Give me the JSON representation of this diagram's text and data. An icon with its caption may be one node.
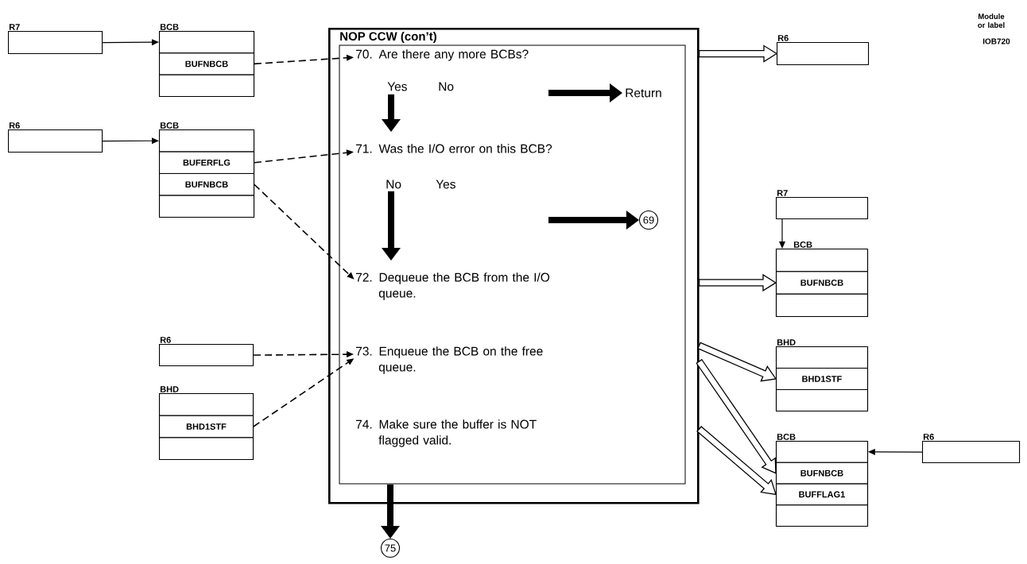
{
  "diagram": {
    "nodes": [
      {
        "text": [
          "R7"
        ]
      },
      {
        "text": [
          "BCB"
        ]
      },
      {
        "text": [],
        "shape": "box",
        "in": 1
      },
      {
        "text": [
          "BUFNBCB"
        ],
        "in": 1
      },
      {
        "text": [],
        "shape": "box",
        "in": 1
      },
      {
        "text": [
          "R6"
        ]
      },
      {
        "text": [
          "BCB"
        ]
      },
      {
        "text": [],
        "shape": "box",
        "in": 6
      },
      {
        "text": [
          "BUFERFLG"
        ],
        "in": 6
      },
      {
        "text": [
          "BUFNBCB"
        ],
        "in": 6
      },
      {
        "text": [],
        "shape": "box",
        "in": 6
      },
      {
        "text": [
          "R6"
        ]
      },
      {
        "text": [
          "BHD"
        ]
      },
      {
        "text": [],
        "shape": "box",
        "in": 12
      },
      {
        "text": [
          "BHD1STF"
        ],
        "in": 12
      },
      {
        "text": [],
        "shape": "box",
        "in": 12
      },
      {
        "text": [
          "NOP CCW (con’t)"
        ]
      },
      {
        "text": [
          "70. Are there any more BCBs?"
        ],
        "in": 16
      },
      {
        "text": [
          "Return"
        ],
        "in": 16
      },
      {
        "text": [
          "71. Was the I/O error on this BCB?"
        ],
        "in": 16
      },
      {
        "text": [
          "69"
        ],
        "in": 16
      },
      {
        "text": [
          "72. Dequeue the BCB from the I/O queue."
        ],
        "in": 16
      },
      {
        "text": [
          "73. Enqueue the BCB on the free queue."
        ],
        "in": 16
      },
      {
        "text": [
          "74. Make sure the buffer is NOT flagged valid."
        ],
        "in": 16
      },
      {
        "text": [
          "75"
        ]
      },
      {
        "text": [
          "R6"
        ]
      },
      {
        "text": [
          "R7"
        ]
      },
      {
        "text": [
          "BCB"
        ]
      },
      {
        "text": [],
        "shape": "box",
        "in": 27
      },
      {
        "text": [
          "BUFNBCB"
        ],
        "in": 27
      },
      {
        "text": [],
        "shape": "box",
        "in": 27
      },
      {
        "text": [
          "BHD"
        ]
      },
      {
        "text": [],
        "shape": "box",
        "in": 31
      },
      {
        "text": [
          "BHD1STF"
        ],
        "in": 31
      },
      {
        "text": [],
        "shape": "box",
        "in": 31
      },
      {
        "text": [
          "BCB"
        ]
      },
      {
        "text": [],
        "shape": "box",
        "in": 35
      },
      {
        "text": [
          "BUFNBCB"
        ],
        "in": 35
      },
      {
        "text": [
          "BUFFLAG1"
        ],
        "in": 35
      },
      {
        "text": [],
        "shape": "box",
        "in": 35
      },
      {
        "text": [
          "R6"
        ]
      }
    ],
    "edges": [
      {
        "from": 0,
        "to": 2,
        "arrow": "to"
      },
      {
        "from": 3,
        "to": 17,
        "arrow": "to",
        "style": "dashed"
      },
      {
        "from": 5,
        "to": 7,
        "arrow": "to"
      },
      {
        "from": 8,
        "to": 19,
        "arrow": "to",
        "style": "dashed"
      },
      {
        "from": 9,
        "to": 21,
        "arrow": "to",
        "style": "dashed"
      },
      {
        "from": 11,
        "to": 22,
        "arrow": "to",
        "style": "dashed"
      },
      {
        "from": 14,
        "to": 22,
        "arrow": "to",
        "style": "dashed"
      },
      {
        "from": 17,
        "to": 19,
        "arrow": "to",
        "style": "thick"
      },
      {
        "from": null,
        "to": 18,
        "arrow": "to",
        "style": "thick"
      },
      {
        "from": 19,
        "to": 21,
        "arrow": "to",
        "style": "thick"
      },
      {
        "from": null,
        "to": 20,
        "arrow": "to",
        "style": "thick"
      },
      {
        "from": 23,
        "to": 24,
        "arrow": "to",
        "style": "thick"
      },
      {
        "from": 16,
        "to": 25,
        "arrow": "to"
      },
      {
        "from": 16,
        "to": 29,
        "arrow": "to"
      },
      {
        "from": 16,
        "to": 33,
        "arrow": "to"
      },
      {
        "from": 16,
        "to": 37,
        "arrow": "to"
      },
      {
        "from": 16,
        "to": 38,
        "arrow": "to"
      },
      {
        "from": 26,
        "to": 28,
        "arrow": "to"
      },
      {
        "from": 40,
        "to": 36,
        "arrow": "to"
      }
    ],
    "labels": [
      "Yes",
      "No",
      "No",
      "Yes",
      "Module or label",
      "IOB720"
    ]
  }
}
